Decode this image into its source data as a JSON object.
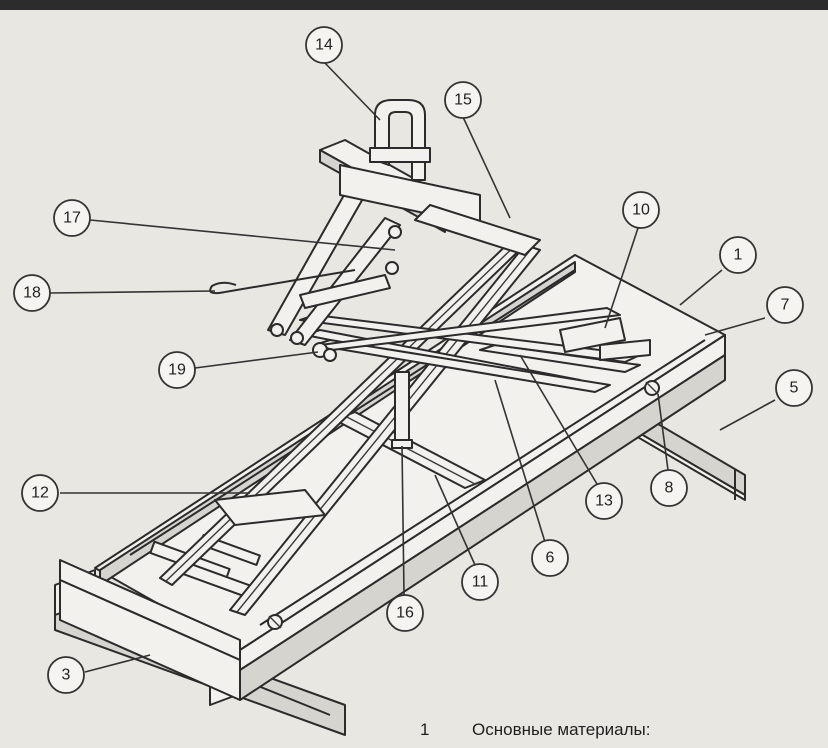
{
  "callouts": [
    "14",
    "15",
    "17",
    "18",
    "10",
    "1",
    "7",
    "5",
    "19",
    "8",
    "12",
    "13",
    "6",
    "11",
    "16",
    "3"
  ],
  "note": {
    "number": "1",
    "text": "Основные материалы:"
  }
}
